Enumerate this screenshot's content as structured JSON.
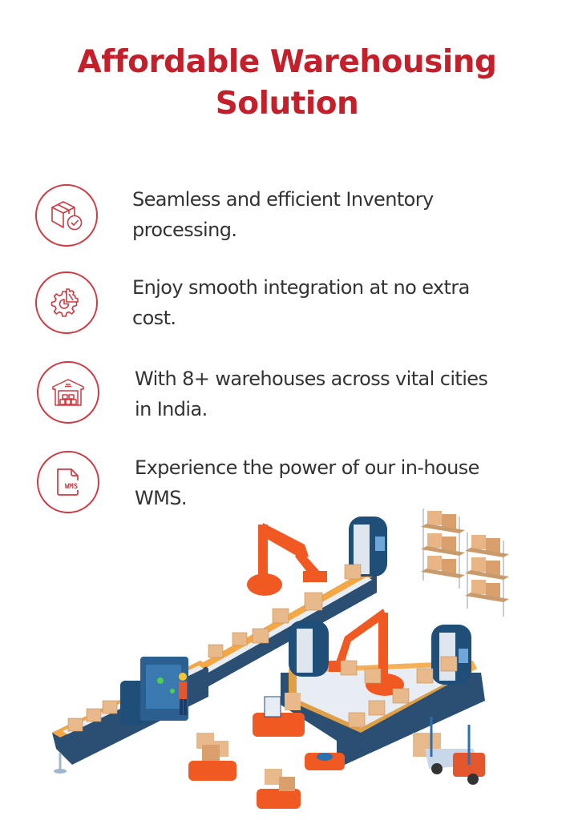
{
  "title": {
    "line1": "Affordable Warehousing",
    "line2": "Solution"
  },
  "features": [
    {
      "icon": "box-check-icon",
      "text": "Seamless and efficient Inventory processing."
    },
    {
      "icon": "gear-integration-icon",
      "text": "Enjoy smooth integration at no extra cost."
    },
    {
      "icon": "warehouse-icon",
      "text": "With 8+ warehouses across vital cities in India."
    },
    {
      "icon": "wms-document-icon",
      "text": "Experience the power of our in-house WMS.",
      "icon_label": "WMS"
    }
  ],
  "illustration": {
    "description": "Isometric automated warehouse: conveyor belts, robotic arms, worker at control panel, AGV robots carrying boxes, storage racks, forklift"
  },
  "colors": {
    "accent": "#c4202b",
    "icon_stroke": "#d13a42",
    "body_text": "#333333",
    "robot_orange": "#f05a22",
    "machine_blue": "#1f4e79",
    "box_tan": "#e8b98a",
    "belt_orange": "#f4a742"
  }
}
